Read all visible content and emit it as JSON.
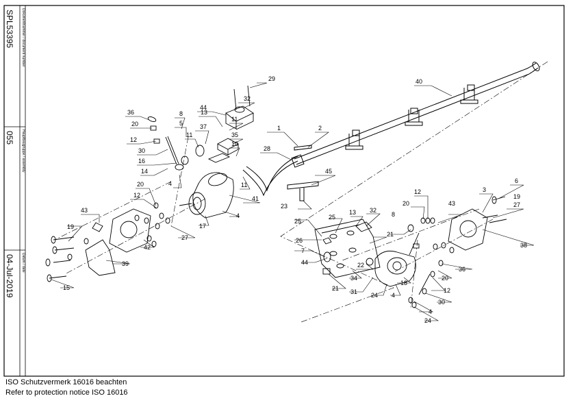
{
  "title_block": {
    "doc_number_label": "Dokumentnummer / document number",
    "doc_number": "SPL53395",
    "assembly_label": "Hauptbaugruppe / assembly",
    "assembly": "055",
    "date_label": "Datum / date",
    "date": "04-Jul-2019"
  },
  "notice": {
    "de": "ISO Schutzvermerk 16016 beachten",
    "en": "Refer to protection notice ISO 16016"
  },
  "callouts": [
    "29",
    "40",
    "44",
    "32",
    "36",
    "8",
    "13",
    "20",
    "5",
    "37",
    "11",
    "35",
    "12",
    "11",
    "1",
    "2",
    "30",
    "16",
    "10",
    "28",
    "14",
    "11",
    "45",
    "4",
    "20",
    "41",
    "6",
    "12",
    "3",
    "12",
    "17",
    "4",
    "23",
    "20",
    "43",
    "19",
    "43",
    "27",
    "32",
    "13",
    "25",
    "27",
    "8",
    "19",
    "25",
    "21",
    "26",
    "42",
    "38",
    "7",
    "39",
    "22",
    "44",
    "34",
    "36",
    "20",
    "18",
    "31",
    "24",
    "4",
    "21",
    "12",
    "15",
    "30",
    "4",
    "24"
  ]
}
